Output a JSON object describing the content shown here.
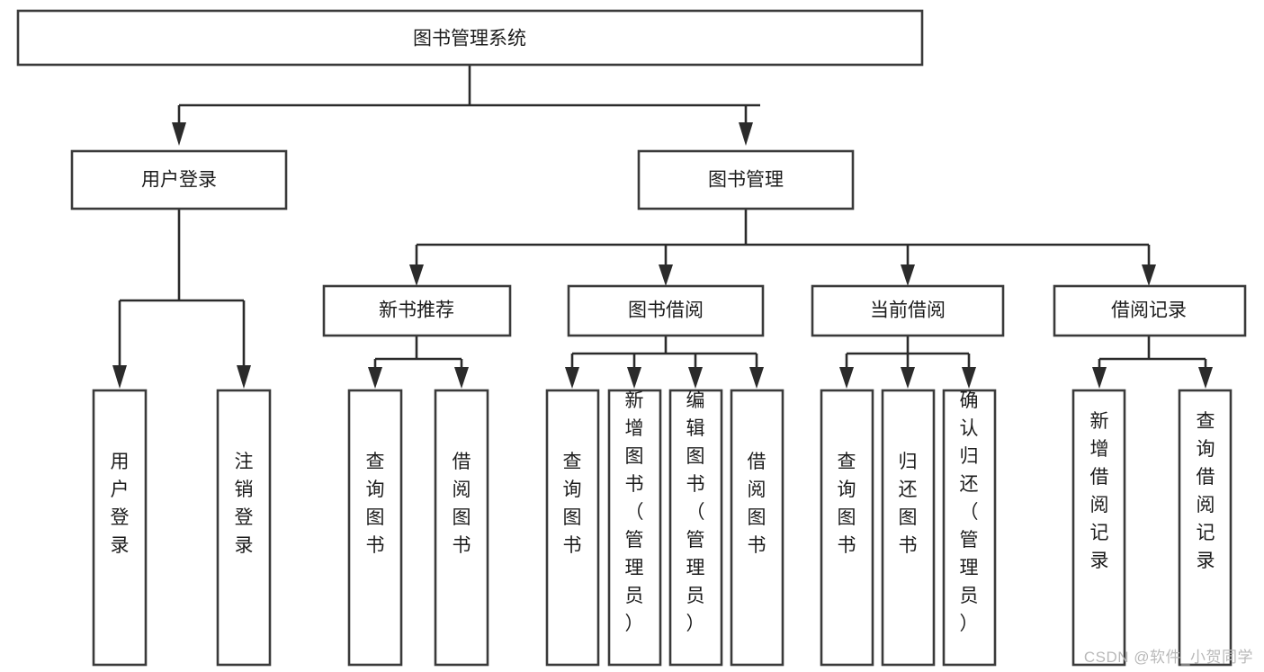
{
  "diagram": {
    "title": "图书管理系统",
    "type": "hierarchy-tree",
    "watermark": "CSDN @软件_小贺同学",
    "levels": 4,
    "colors": {
      "box_stroke": "#3a3a3a",
      "box_fill": "#ffffff",
      "connector": "#2b2b2b",
      "text": "#1c1c1c",
      "watermark": "#b9b9b9",
      "background": "#ffffff"
    },
    "nodes": {
      "root": {
        "label": "图书管理系统",
        "orientation": "horizontal"
      },
      "level2": [
        {
          "label": "用户登录",
          "orientation": "horizontal"
        },
        {
          "label": "图书管理",
          "orientation": "horizontal"
        }
      ],
      "level3": [
        {
          "label": "新书推荐",
          "orientation": "horizontal"
        },
        {
          "label": "图书借阅",
          "orientation": "horizontal"
        },
        {
          "label": "当前借阅",
          "orientation": "horizontal"
        },
        {
          "label": "借阅记录",
          "orientation": "horizontal"
        }
      ],
      "leaves_user_login": [
        {
          "label": "用户登录",
          "orientation": "vertical"
        },
        {
          "label": "注销登录",
          "orientation": "vertical"
        }
      ],
      "leaves_new_book": [
        {
          "label": "查询图书",
          "orientation": "vertical"
        },
        {
          "label": "借阅图书",
          "orientation": "vertical"
        }
      ],
      "leaves_borrow": [
        {
          "label": "查询图书",
          "orientation": "vertical"
        },
        {
          "label": "新增图书（管理员）",
          "orientation": "vertical"
        },
        {
          "label": "编辑图书（管理员）",
          "orientation": "vertical"
        },
        {
          "label": "借阅图书",
          "orientation": "vertical"
        }
      ],
      "leaves_current": [
        {
          "label": "查询图书",
          "orientation": "vertical"
        },
        {
          "label": "归还图书",
          "orientation": "vertical"
        },
        {
          "label": "确认归还（管理员）",
          "orientation": "vertical"
        }
      ],
      "leaves_records": [
        {
          "label": "新增借阅记录",
          "orientation": "vertical"
        },
        {
          "label": "查询借阅记录",
          "orientation": "vertical"
        }
      ]
    }
  }
}
